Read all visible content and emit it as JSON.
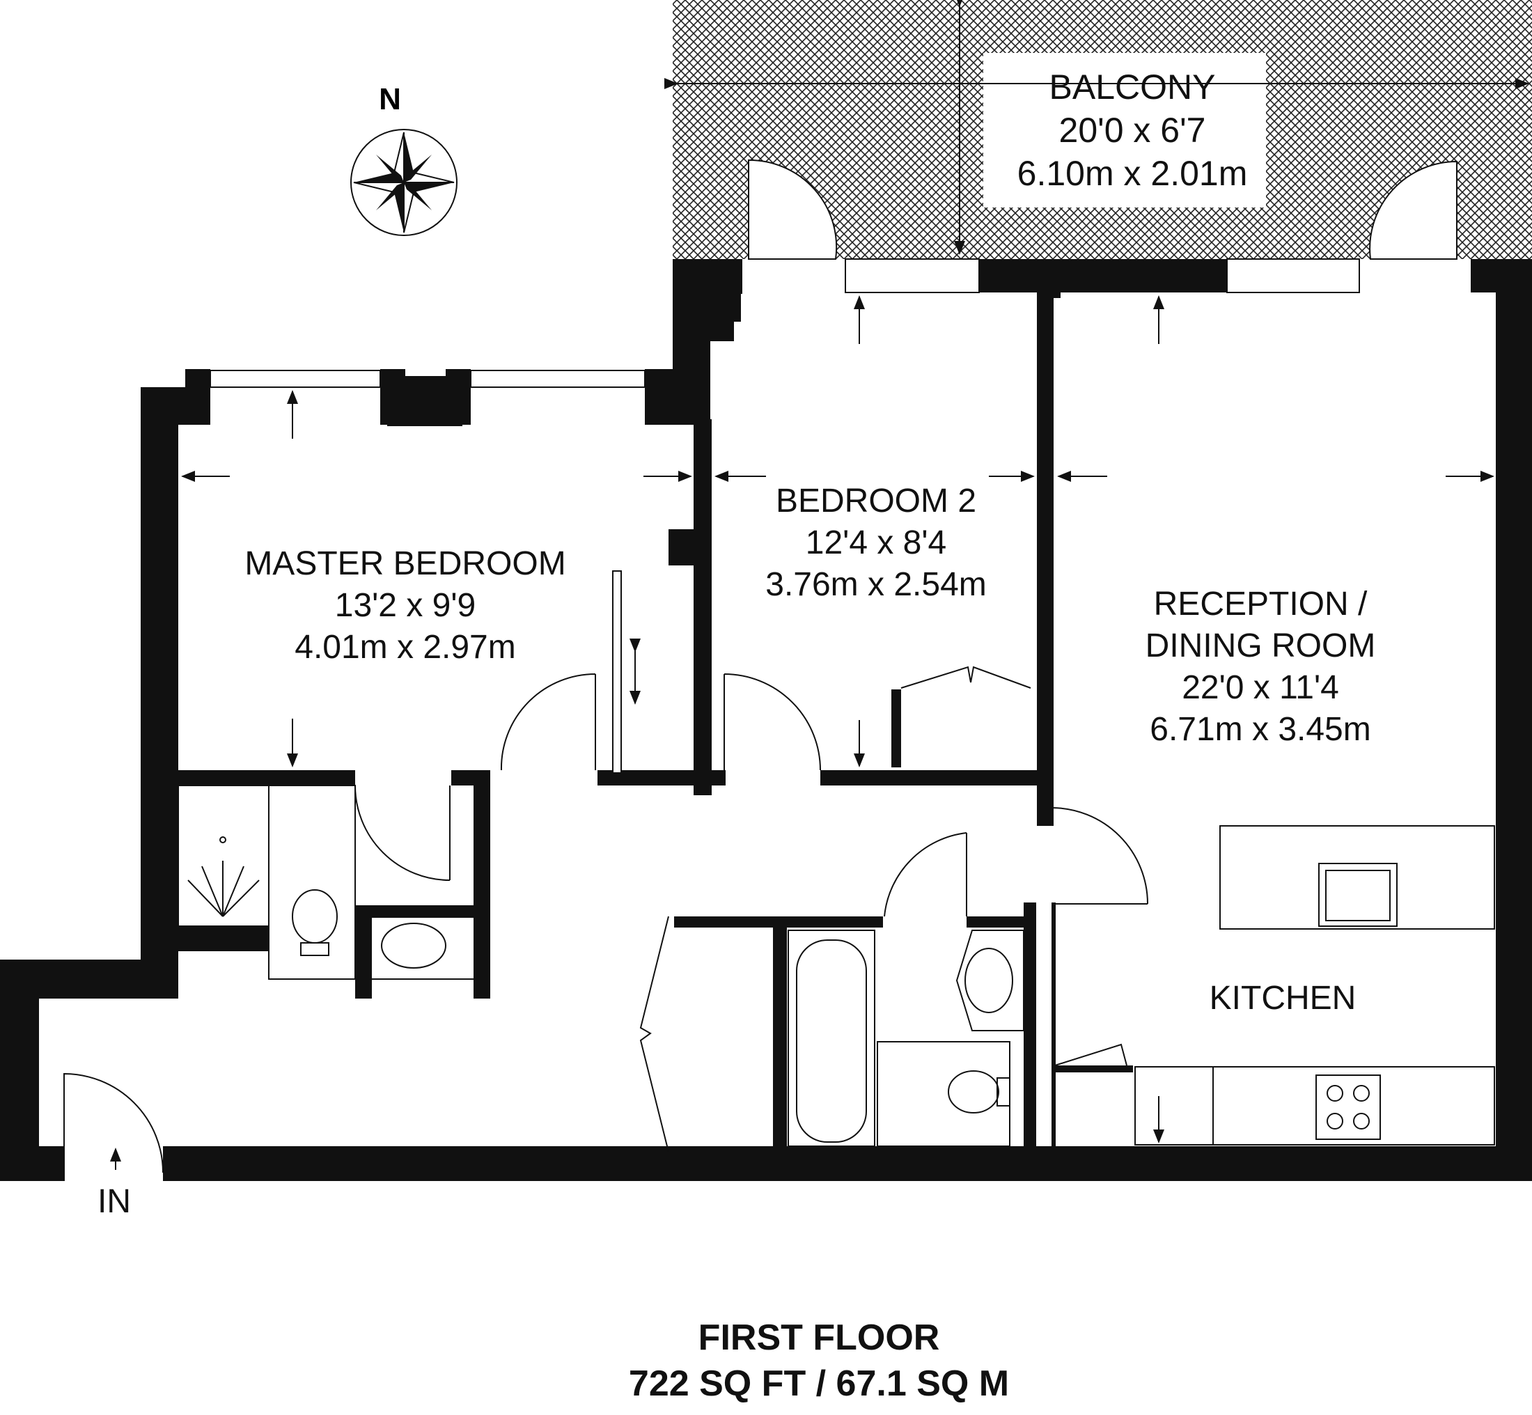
{
  "compass": {
    "north_label": "N"
  },
  "rooms": {
    "balcony": {
      "name": "BALCONY",
      "imperial": "20'0 x 6'7",
      "metric": "6.10m x 2.01m"
    },
    "master_bedroom": {
      "name": "MASTER BEDROOM",
      "imperial": "13'2 x 9'9",
      "metric": "4.01m x 2.97m"
    },
    "bedroom_2": {
      "name": "BEDROOM 2",
      "imperial": "12'4 x 8'4",
      "metric": "3.76m x 2.54m"
    },
    "reception": {
      "name_line1": "RECEPTION /",
      "name_line2": "DINING ROOM",
      "imperial": "22'0 x 11'4",
      "metric": "6.71m x 3.45m"
    },
    "kitchen": {
      "name": "KITCHEN"
    }
  },
  "entrance": {
    "label": "IN"
  },
  "footer": {
    "floor": "FIRST FLOOR",
    "area": "722 SQ FT / 67.1 SQ M"
  }
}
